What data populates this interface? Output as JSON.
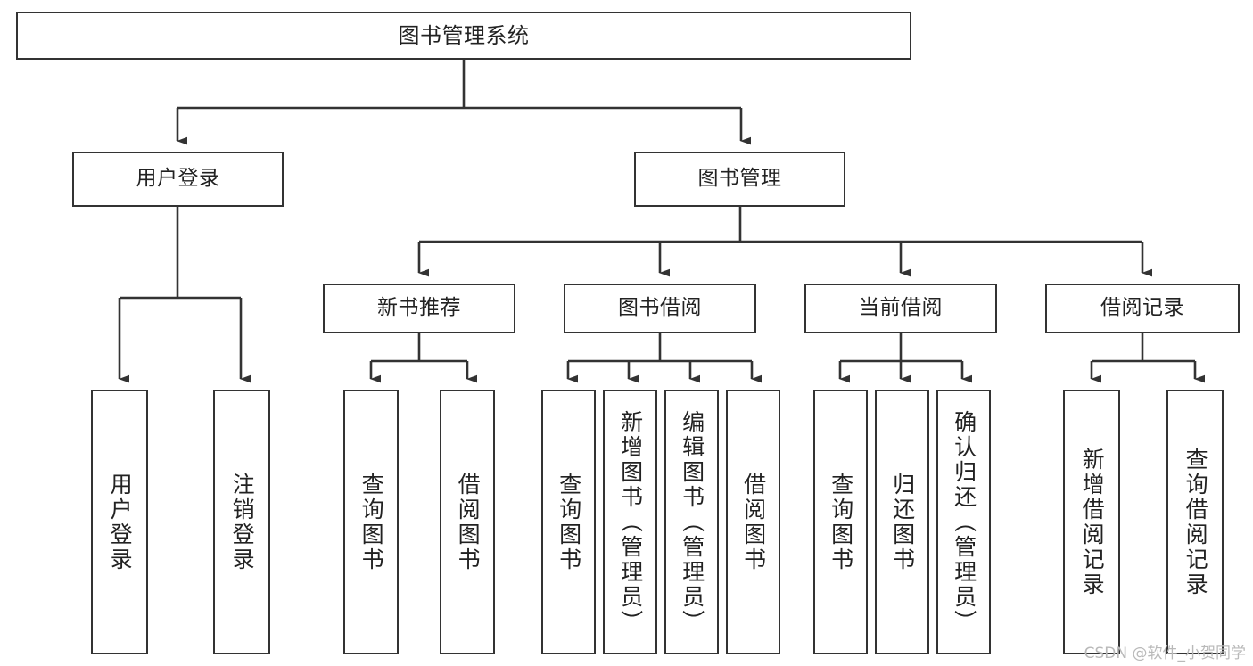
{
  "diagram": {
    "type": "tree",
    "title": "图书管理系统",
    "watermark": "CSDN @软件_小贺同学",
    "colors": {
      "box_border": "#333333",
      "box_fill": "#ffffff",
      "connector": "#333333",
      "text": "#222222",
      "watermark": "#b9b9b9"
    },
    "levels": {
      "root": {
        "label": "图书管理系统"
      },
      "level1": [
        {
          "label": "用户登录"
        },
        {
          "label": "图书管理"
        }
      ],
      "level2": [
        {
          "label": "新书推荐"
        },
        {
          "label": "图书借阅"
        },
        {
          "label": "当前借阅"
        },
        {
          "label": "借阅记录"
        }
      ],
      "leaves_user_login": [
        {
          "label": "用户登录"
        },
        {
          "label": "注销登录"
        }
      ],
      "leaves_new_books": [
        {
          "label": "查询图书"
        },
        {
          "label": "借阅图书"
        }
      ],
      "leaves_borrow": [
        {
          "label": "查询图书"
        },
        {
          "label": "新增图书（管理员）"
        },
        {
          "label": "编辑图书（管理员）"
        },
        {
          "label": "借阅图书"
        }
      ],
      "leaves_current": [
        {
          "label": "查询图书"
        },
        {
          "label": "归还图书"
        },
        {
          "label": "确认归还（管理员）"
        }
      ],
      "leaves_records": [
        {
          "label": "新增借阅记录"
        },
        {
          "label": "查询借阅记录"
        }
      ]
    }
  }
}
